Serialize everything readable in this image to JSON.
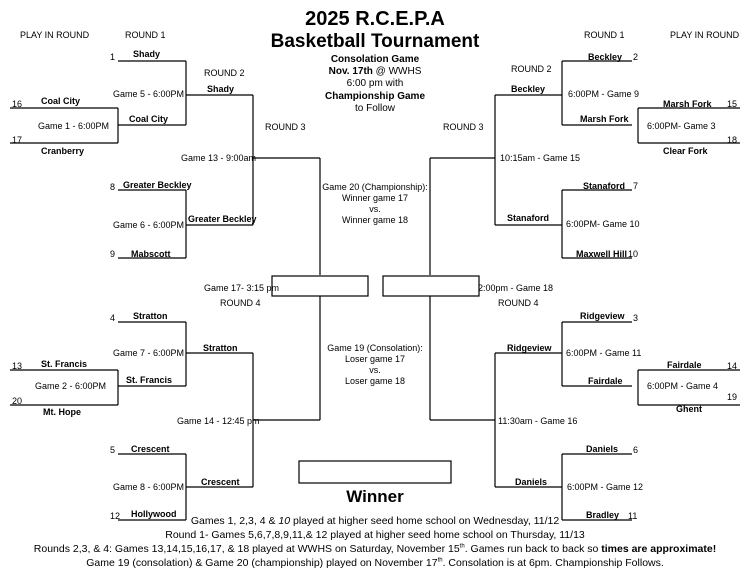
{
  "title": {
    "line1": "2025 R.C.E.P.A",
    "line2": "Basketball Tournament"
  },
  "info": {
    "consolation": "Consolation Game",
    "date": "Nov. 17th",
    "at": "@ WWHS",
    "time": "6:00 pm with",
    "championship": "Championship Game",
    "follow": "to Follow"
  },
  "headers": {
    "play_in_left": "PLAY IN ROUND",
    "round1_left": "ROUND 1",
    "round2_left": "ROUND 2",
    "round3_left": "ROUND 3",
    "round4_left": "ROUND 4",
    "round1_right": "ROUND 1",
    "play_in_right": "PLAY IN ROUND",
    "round2_right": "ROUND 2",
    "round3_right": "ROUND 3",
    "round4_right": "ROUND 4"
  },
  "left": {
    "r1_top": [
      {
        "seed": "1",
        "team": "Shady"
      },
      {
        "seed": "8",
        "team": "Greater Beckley"
      },
      {
        "seed": "9",
        "team": "Mabscott"
      },
      {
        "seed": "4",
        "team": "Stratton"
      },
      {
        "seed": "5",
        "team": "Crescent"
      },
      {
        "seed": "12",
        "team": "Hollywood"
      }
    ],
    "play_in": [
      {
        "seed": "16",
        "team": "Coal City"
      },
      {
        "seed": "17",
        "team": "Cranberry"
      },
      {
        "seed": "13",
        "team": "St. Francis"
      },
      {
        "seed": "20",
        "team": "Mt. Hope"
      }
    ],
    "winners_pi": [
      "Coal City",
      "St. Francis"
    ],
    "r2": [
      "Shady",
      "Greater Beckley",
      "Stratton",
      "Crescent"
    ],
    "games": {
      "g1": "Game 1 - 6:00PM",
      "g2": "Game 2 - 6:00PM",
      "g5": "Game 5 - 6:00PM",
      "g6": "Game 6 - 6:00PM",
      "g7": "Game 7 - 6:00PM",
      "g8": "Game 8 - 6:00PM",
      "g13": "Game 13 - 9:00am",
      "g14": "Game 14 - 12:45 pm",
      "g17": "Game 17- 3:15 pm"
    }
  },
  "right": {
    "r1": [
      {
        "seed": "2",
        "team": "Beckley"
      },
      {
        "seed": "7",
        "team": "Stanaford"
      },
      {
        "seed": "10",
        "team": "Maxwell Hill"
      },
      {
        "seed": "3",
        "team": "Ridgeview"
      },
      {
        "seed": "6",
        "team": "Daniels"
      },
      {
        "seed": "11",
        "team": "Bradley"
      }
    ],
    "play_in": [
      {
        "seed": "15",
        "team": "Marsh Fork"
      },
      {
        "seed": "18",
        "team": "Clear Fork"
      },
      {
        "seed": "14",
        "team": "Fairdale"
      },
      {
        "seed": "19",
        "team": "Ghent"
      }
    ],
    "winners_pi": [
      "Marsh Fork",
      "Fairdale"
    ],
    "r2": [
      "Beckley",
      "Stanaford",
      "Ridgeview",
      "Daniels"
    ],
    "games": {
      "g3": "6:00PM- Game 3",
      "g4": "6:00PM - Game 4",
      "g9": "6:00PM - Game 9",
      "g10": "6:00PM- Game 10",
      "g11": "6:00PM - Game 11",
      "g12": "6:00PM - Game 12",
      "g15": "10:15am - Game 15",
      "g16": "11:30am - Game 16",
      "g18": "2:00pm - Game 18"
    }
  },
  "center": {
    "g20": [
      "Game 20 (Championship):",
      "Winner game 17",
      "vs.",
      "Winner game 18"
    ],
    "g19": [
      "Game 19 (Consolation):",
      "Loser game 17",
      "vs.",
      "Loser game 18"
    ],
    "winner": "Winner"
  },
  "footer": {
    "line1_a": "Games 1, 2,3, 4 & ",
    "line1_b": "10",
    "line1_c": " played at higher seed home school on Wednesday, 11/12",
    "line2": "Round 1- Games 5,6,7,8,9,11,& 12 played at higher seed home school on Thursday, 11/13",
    "line3_a": "Rounds 2,3, & 4: Games 13,14,15,16,17, & 18 played at WWHS on Saturday, November 15",
    "line3_sup": "th",
    "line3_b": ". Games run back to back so ",
    "line3_c": "times are approximate!",
    "line4_a": "Game 19 (consolation) & Game 20 (championship) played on November 17",
    "line4_sup": "th",
    "line4_b": ". Consolation is at 6pm. Championship Follows."
  }
}
